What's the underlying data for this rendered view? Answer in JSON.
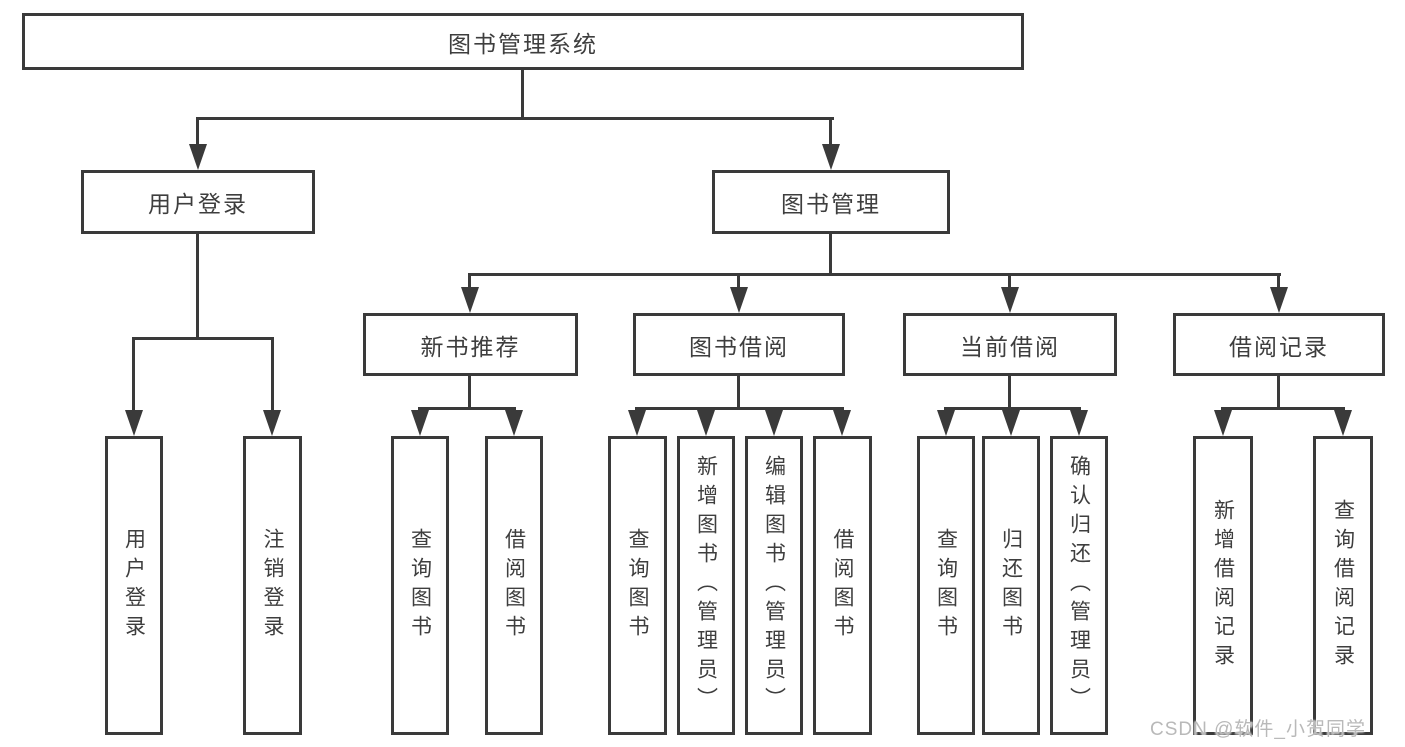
{
  "diagram": {
    "root": {
      "label": "图书管理系统"
    },
    "level2": [
      {
        "id": "user-login",
        "label": "用户登录"
      },
      {
        "id": "book-management",
        "label": "图书管理"
      }
    ],
    "level3": [
      {
        "id": "new-book-recommend",
        "label": "新书推荐"
      },
      {
        "id": "book-borrow",
        "label": "图书借阅"
      },
      {
        "id": "current-borrow",
        "label": "当前借阅"
      },
      {
        "id": "borrow-record",
        "label": "借阅记录"
      }
    ],
    "leaves": {
      "user_login": [
        "用户登录",
        "注销登录"
      ],
      "new_book_recommend": [
        "查询图书",
        "借阅图书"
      ],
      "book_borrow": [
        "查询图书",
        "新增图书（管理员）",
        "编辑图书（管理员）",
        "借阅图书"
      ],
      "current_borrow": [
        "查询图书",
        "归还图书",
        "确认归还（管理员）"
      ],
      "borrow_record": [
        "新增借阅记录",
        "查询借阅记录"
      ]
    },
    "watermark": "CSDN @软件_小贺同学",
    "colors": {
      "line": "#3a3a3a",
      "text": "#3e3e3e",
      "background": "#ffffff",
      "watermark": "#b9b9b9"
    }
  }
}
